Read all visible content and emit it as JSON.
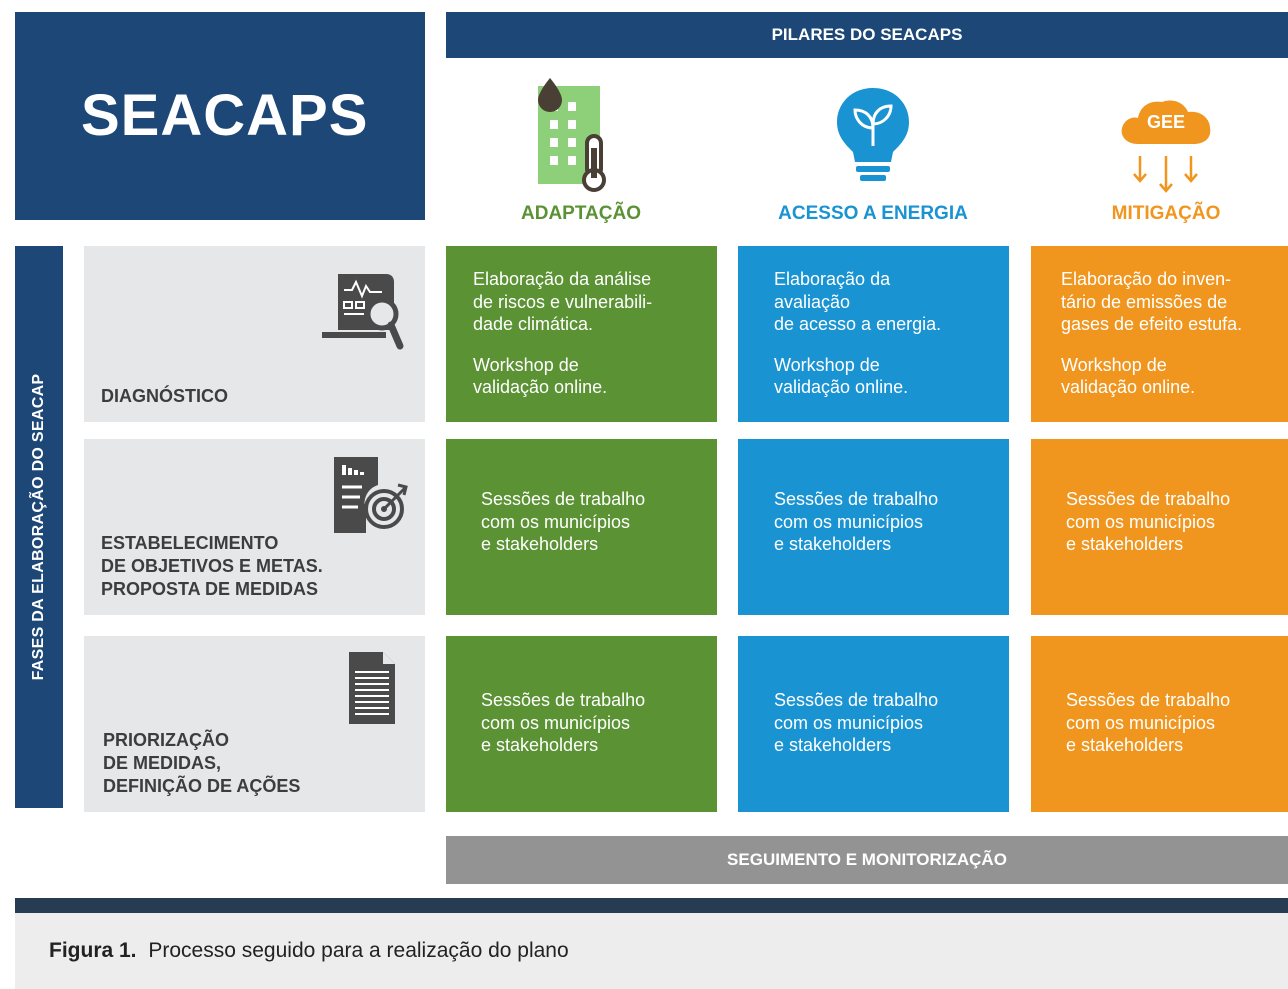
{
  "brand": {
    "title": "SEACAPS"
  },
  "pillars": {
    "header": "PILARES DO SEACAPS",
    "items": [
      {
        "label": "ADAPTAÇÃO",
        "color": "#5b9234",
        "icon": "building-thermometer-icon"
      },
      {
        "label": "ACESSO A ENERGIA",
        "color": "#1a93d3",
        "icon": "lightbulb-plant-icon"
      },
      {
        "label": "MITIGAÇÃO",
        "color": "#f0961f",
        "icon": "cloud-emissions-icon",
        "icon_text": "GEE"
      }
    ]
  },
  "phases": {
    "title": "FASES DA ELABORAÇÃO DO SEACAP",
    "items": [
      {
        "label_lines": [
          "DIAGNÓSTICO"
        ],
        "icon": "report-magnifier-icon"
      },
      {
        "label_lines": [
          "ESTABELECIMENTO",
          "DE OBJETIVOS E METAS.",
          "PROPOSTA DE MEDIDAS"
        ],
        "icon": "document-target-icon"
      },
      {
        "label_lines": [
          "PRIORIZAÇÃO",
          "DE MEDIDAS,",
          "DEFINIÇÃO DE AÇÕES"
        ],
        "icon": "document-icon"
      }
    ]
  },
  "grid": {
    "row1": [
      {
        "lines": [
          "Elaboração da análise",
          "de riscos e vulnerabili-",
          "dade climática."
        ],
        "lines2": [
          "Workshop de",
          "validação online."
        ]
      },
      {
        "lines": [
          "Elaboração da",
          "avaliação",
          "de acesso a energia."
        ],
        "lines2": [
          "Workshop de",
          "validação online."
        ]
      },
      {
        "lines": [
          "Elaboração do inven-",
          "tário de emissões de",
          "gases de efeito estufa."
        ],
        "lines2": [
          "Workshop de",
          "validação online."
        ]
      }
    ],
    "work_session_lines": [
      "Sessões de trabalho",
      "com os municípios",
      "e stakeholders"
    ]
  },
  "monitoring": {
    "label": "SEGUIMENTO E MONITORIZAÇÃO"
  },
  "caption": {
    "label": "Figura 1.",
    "text": "Processo seguido para a realização do plano"
  },
  "colors": {
    "navy": "#1c4777",
    "green": "#5b9234",
    "blue": "#1a93d3",
    "orange": "#f0961f",
    "grey_bar": "#939393",
    "phase_bg": "#e6e7e9"
  }
}
